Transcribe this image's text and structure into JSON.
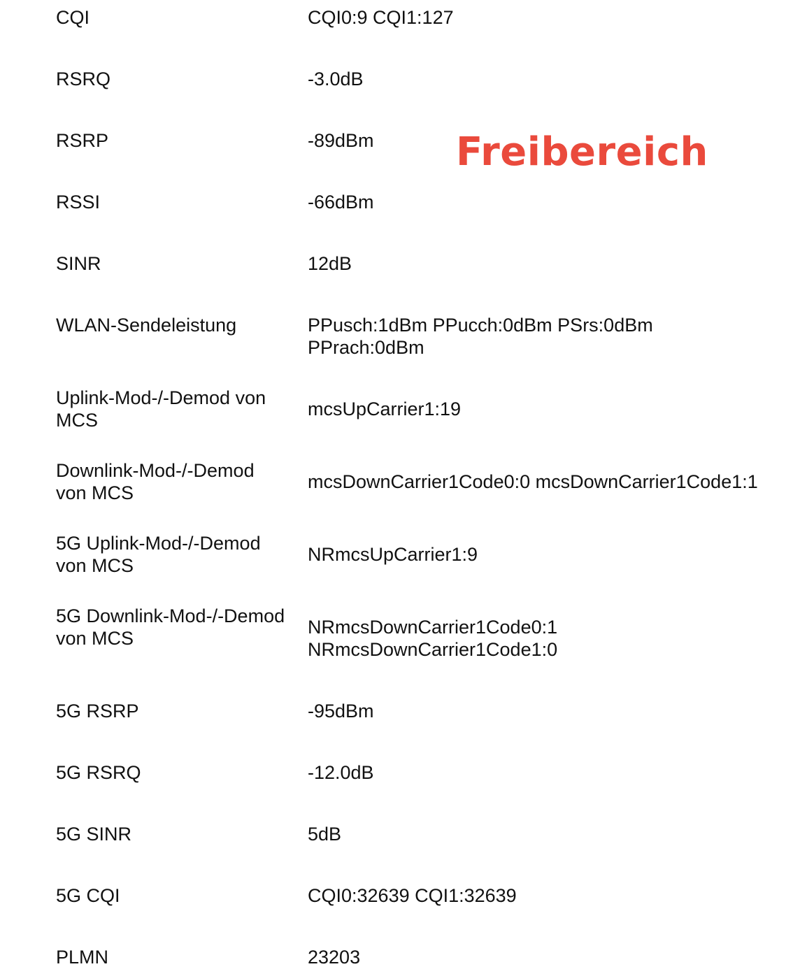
{
  "watermark": "Freibereich",
  "rows": [
    {
      "label": "CQI",
      "value": "CQI0:9 CQI1:127"
    },
    {
      "label": "RSRQ",
      "value": "-3.0dB"
    },
    {
      "label": "RSRP",
      "value": "-89dBm"
    },
    {
      "label": "RSSI",
      "value": "-66dBm"
    },
    {
      "label": "SINR",
      "value": "12dB"
    },
    {
      "label": "WLAN-Sendeleistung",
      "value": "PPusch:1dBm PPucch:0dBm PSrs:0dBm\nPPrach:0dBm"
    },
    {
      "label": "Uplink-Mod-/-Demod von\nMCS",
      "value": "mcsUpCarrier1:19"
    },
    {
      "label": "Downlink-Mod-/-Demod\nvon MCS",
      "value": "mcsDownCarrier1Code0:0 mcsDownCarrier1Code1:1"
    },
    {
      "label": "5G Uplink-Mod-/-Demod\nvon MCS",
      "value": "NRmcsUpCarrier1:9"
    },
    {
      "label": "5G Downlink-Mod-/-Demod\nvon MCS",
      "value": "NRmcsDownCarrier1Code0:1\nNRmcsDownCarrier1Code1:0"
    },
    {
      "label": "5G RSRP",
      "value": "-95dBm"
    },
    {
      "label": "5G RSRQ",
      "value": "-12.0dB"
    },
    {
      "label": "5G SINR",
      "value": "5dB"
    },
    {
      "label": "5G CQI",
      "value": "CQI0:32639 CQI1:32639"
    },
    {
      "label": "PLMN",
      "value": "23203"
    }
  ]
}
